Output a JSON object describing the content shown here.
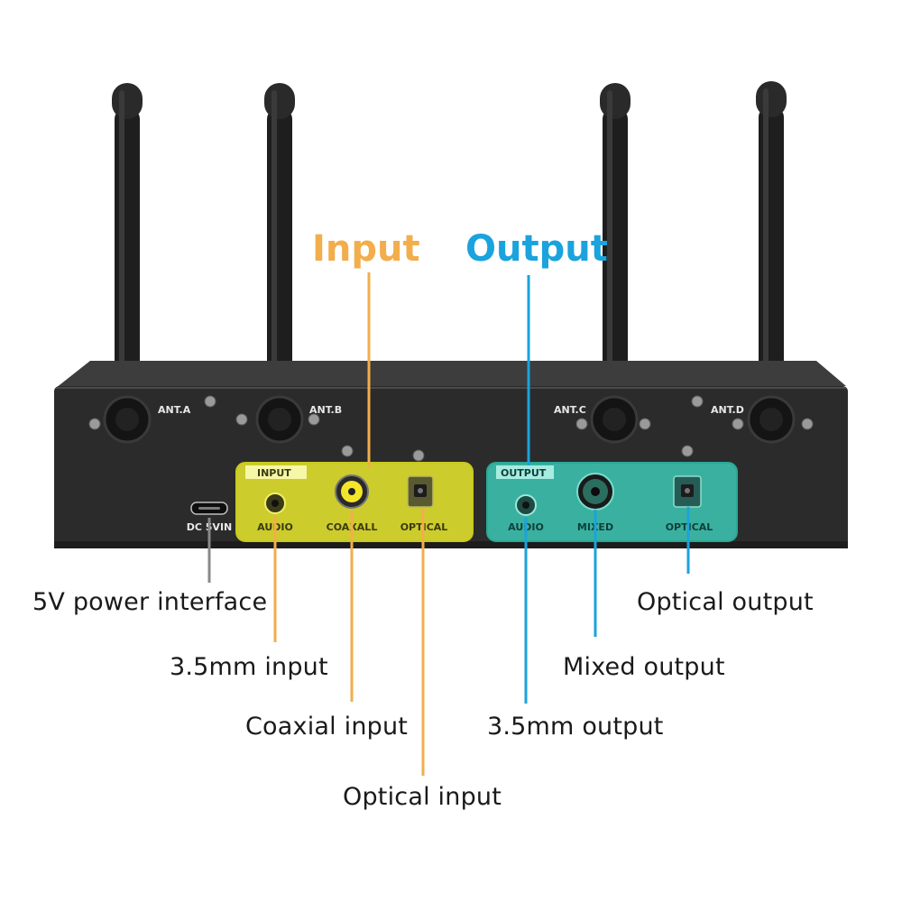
{
  "headings": {
    "input": "Input",
    "output": "Output"
  },
  "colors": {
    "input_accent": "#f2ae4c",
    "output_accent": "#1aa3dd",
    "power_line": "#8a8a8a",
    "input_panel": "#e3e32e",
    "output_panel": "#3cc4b0",
    "device_body": "#2b2b2b"
  },
  "device": {
    "antennas": [
      "ANT.A",
      "ANT.B",
      "ANT.C",
      "ANT.D"
    ],
    "power_port_label": "DC 5VIN",
    "input_panel": {
      "title": "INPUT",
      "ports": [
        "AUDIO",
        "COAXALL",
        "OPTICAL"
      ]
    },
    "output_panel": {
      "title": "OUTPUT",
      "ports": [
        "AUDIO",
        "MIXED",
        "OPTICAL"
      ]
    }
  },
  "callouts": {
    "power": "5V power interface",
    "input_35mm": "3.5mm input",
    "coaxial_input": "Coaxial input",
    "optical_input": "Optical  input",
    "optical_output": "Optical  output",
    "mixed_output": "Mixed output",
    "output_35mm": "3.5mm output"
  }
}
